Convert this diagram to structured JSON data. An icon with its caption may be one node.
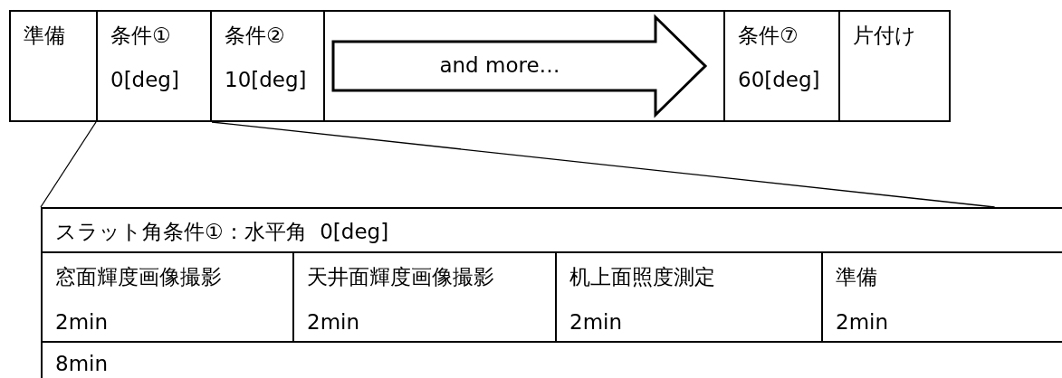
{
  "diagram": {
    "nodes": [
      {
        "text": [
          "準備"
        ]
      },
      {
        "text": [
          "条件①",
          "0[deg]"
        ]
      },
      {
        "text": [
          "条件②",
          "10[deg]"
        ]
      },
      {
        "text": [
          "条件⑦",
          "60[deg]"
        ]
      },
      {
        "text": [
          "片付け"
        ]
      },
      {
        "text": [],
        "shape": "box"
      },
      {
        "text": [
          "スラット角条件①：水平角  0[deg]"
        ],
        "in": 5
      },
      {
        "text": [
          "窓面輝度画像撮影",
          "2min"
        ],
        "in": 5
      },
      {
        "text": [
          "天井面輝度画像撮影",
          "2min"
        ],
        "in": 5
      },
      {
        "text": [
          "机上面照度測定",
          "2min"
        ],
        "in": 5
      },
      {
        "text": [
          "準備",
          "2min"
        ],
        "in": 5
      },
      {
        "text": [
          "8min"
        ],
        "in": 5
      }
    ],
    "edges": [
      {
        "from": 2,
        "to": 3,
        "arrow": "to",
        "label": "and more…"
      },
      {
        "from": 1,
        "to": 5,
        "arrow": "none"
      },
      {
        "from": 1,
        "to": 5,
        "arrow": "none"
      }
    ]
  }
}
